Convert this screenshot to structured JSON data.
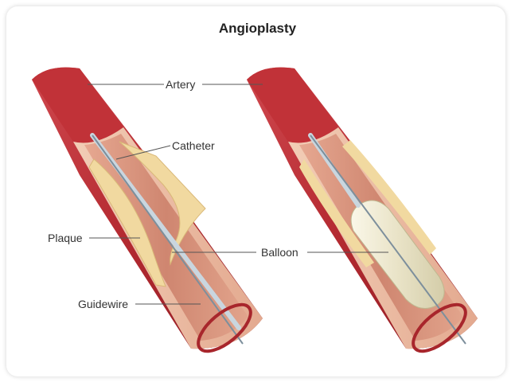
{
  "title": "Angioplasty",
  "labels": {
    "artery": "Artery",
    "catheter": "Catheter",
    "plaque": "Plaque",
    "balloon": "Balloon",
    "guidewire": "Guidewire"
  },
  "colors": {
    "artery_outer": "#b42a31",
    "artery_highlight": "#d8454c",
    "vessel_wall": "#e8b79e",
    "vessel_interior": "#d9957c",
    "plaque": "#f1d9a0",
    "balloon": "#efead2",
    "guidewire": "#7d8f9c",
    "leader_line": "#555555"
  }
}
